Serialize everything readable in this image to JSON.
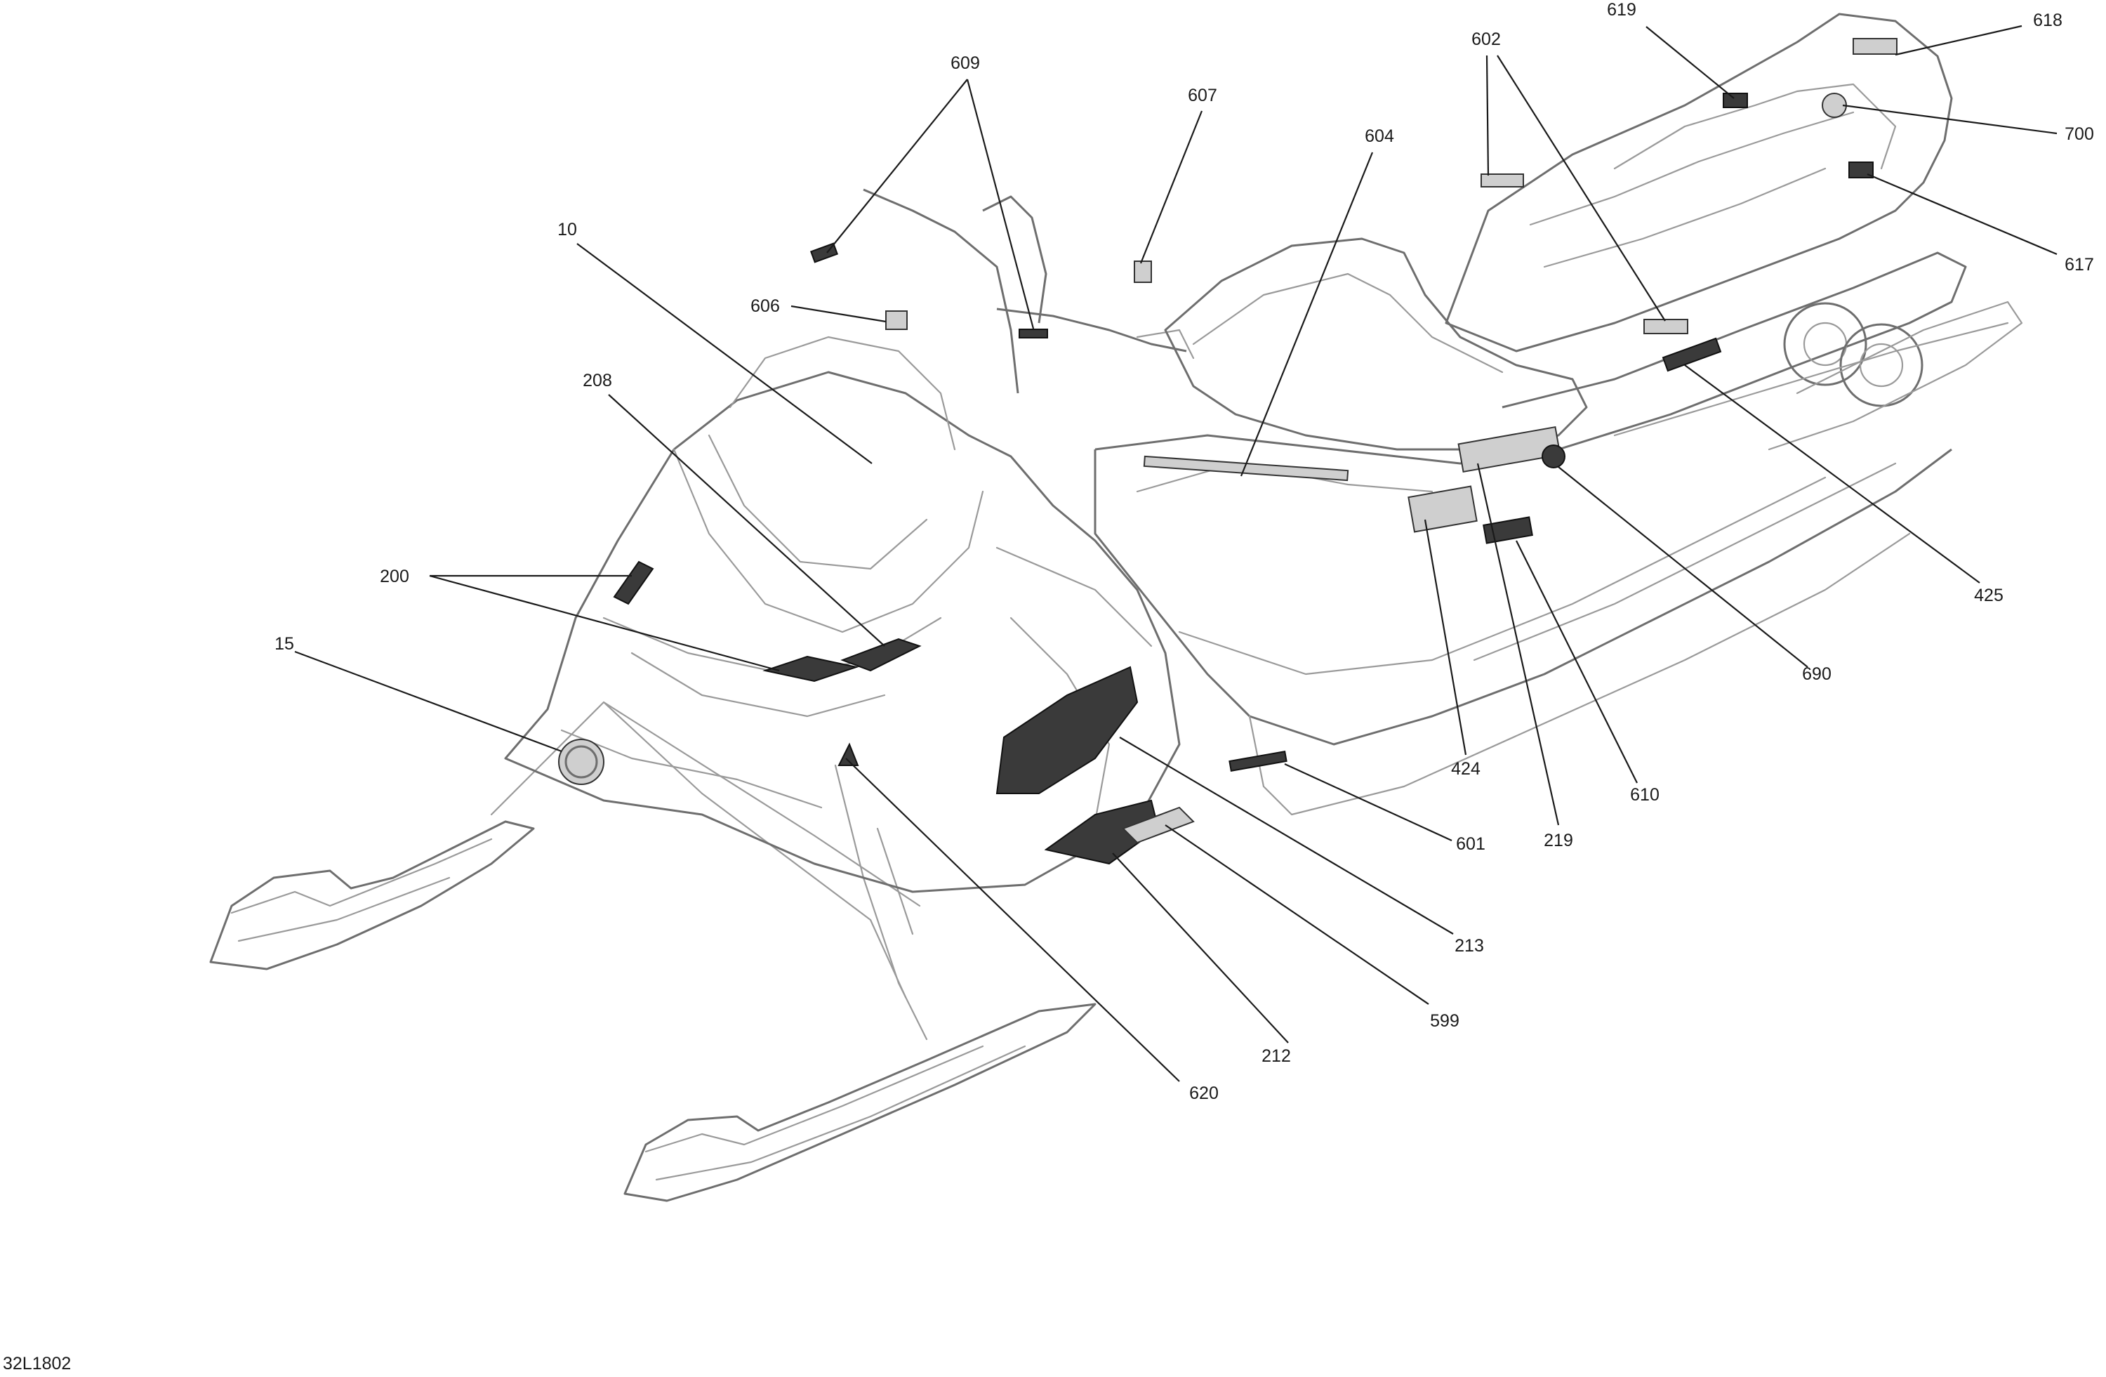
{
  "diagram_code": "32L1802",
  "callouts": [
    {
      "id": "609",
      "label": "609"
    },
    {
      "id": "607",
      "label": "607"
    },
    {
      "id": "602",
      "label": "602"
    },
    {
      "id": "619",
      "label": "619"
    },
    {
      "id": "618",
      "label": "618"
    },
    {
      "id": "700",
      "label": "700"
    },
    {
      "id": "604",
      "label": "604"
    },
    {
      "id": "617",
      "label": "617"
    },
    {
      "id": "10",
      "label": "10"
    },
    {
      "id": "606",
      "label": "606"
    },
    {
      "id": "208",
      "label": "208"
    },
    {
      "id": "200",
      "label": "200"
    },
    {
      "id": "15",
      "label": "15"
    },
    {
      "id": "425",
      "label": "425"
    },
    {
      "id": "690",
      "label": "690"
    },
    {
      "id": "424",
      "label": "424"
    },
    {
      "id": "610",
      "label": "610"
    },
    {
      "id": "601",
      "label": "601"
    },
    {
      "id": "219",
      "label": "219"
    },
    {
      "id": "213",
      "label": "213"
    },
    {
      "id": "599",
      "label": "599"
    },
    {
      "id": "212",
      "label": "212"
    },
    {
      "id": "620",
      "label": "620"
    }
  ]
}
